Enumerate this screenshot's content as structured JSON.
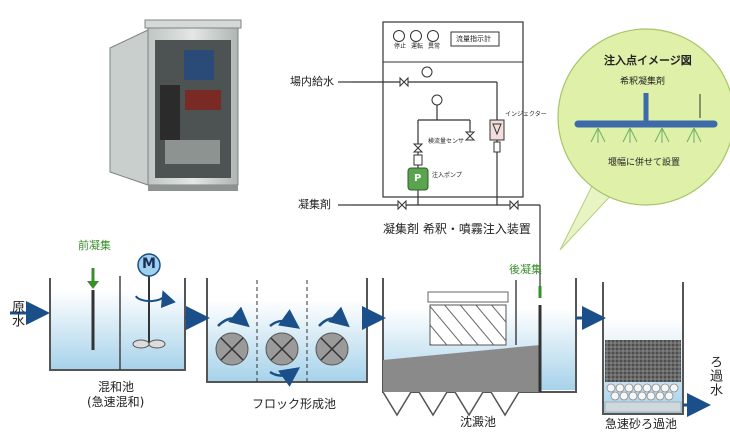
{
  "labels": {
    "raw_water": "原水",
    "pre_coagulation": "前凝集",
    "motor": "M",
    "mixing_tank": "混和池",
    "mixing_tank_sub": "(急速混和)",
    "floc_tank": "フロック形成池",
    "sedimentation_tank": "沈澱池",
    "post_coagulation": "後凝集",
    "rapid_sand_filter": "急速砂ろ過池",
    "filtered_water": "ろ過水",
    "plant_water_supply": "場内給水",
    "coagulant": "凝集剤",
    "device_title": "凝集剤 希釈・噴霧注入装置",
    "injector": "インジェクター",
    "flushing_sensor": "検流量センサ",
    "injection_pump": "注入ポンプ",
    "pump_symbol": "P",
    "panel_stop": "停止",
    "panel_run": "運転",
    "panel_fault": "異常",
    "flow_meter": "流量指示計",
    "inset_title": "注入点イメージ図",
    "inset_diluted": "希釈凝集剤",
    "inset_caption": "堰幅に併せて設置"
  },
  "colors": {
    "water": "#a6d2ea",
    "pipe_arrow": "#1a4f8a",
    "green_label": "#3a8f2c",
    "inset_bg": "#dff0a8",
    "tank_border": "#555555"
  }
}
